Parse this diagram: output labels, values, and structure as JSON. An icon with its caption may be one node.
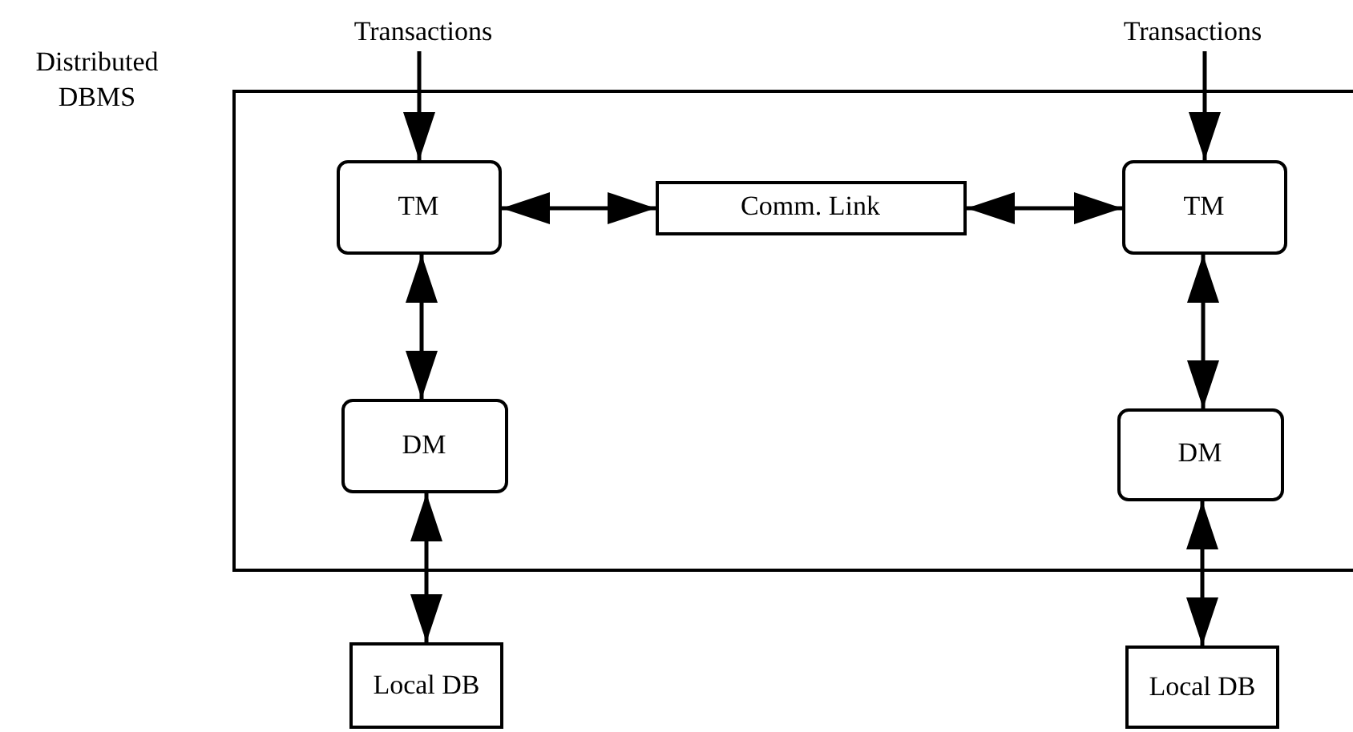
{
  "diagram": {
    "nodes": [
      {
        "text": [
          "Transactions"
        ]
      },
      {
        "text": [
          "Transactions"
        ]
      },
      {
        "text": [
          "Distributed DBMS"
        ]
      },
      {
        "text": [
          "TM"
        ],
        "in": 2
      },
      {
        "text": [
          "Comm. Link"
        ],
        "in": 2
      },
      {
        "text": [
          "TM"
        ],
        "in": 2
      },
      {
        "text": [
          "DM"
        ],
        "in": 2
      },
      {
        "text": [
          "DM"
        ],
        "in": 2
      },
      {
        "text": [
          "Local DB"
        ]
      },
      {
        "text": [
          "Local DB"
        ]
      }
    ],
    "edges": [
      {
        "from": 0,
        "to": 3,
        "arrow": "to"
      },
      {
        "from": 1,
        "to": 5,
        "arrow": "to"
      },
      {
        "from": 3,
        "to": 4,
        "arrow": "both"
      },
      {
        "from": 4,
        "to": 5,
        "arrow": "both"
      },
      {
        "from": 3,
        "to": 6,
        "arrow": "both"
      },
      {
        "from": 5,
        "to": 7,
        "arrow": "both"
      },
      {
        "from": 6,
        "to": 8,
        "arrow": "both"
      },
      {
        "from": 7,
        "to": 9,
        "arrow": "both"
      }
    ]
  }
}
